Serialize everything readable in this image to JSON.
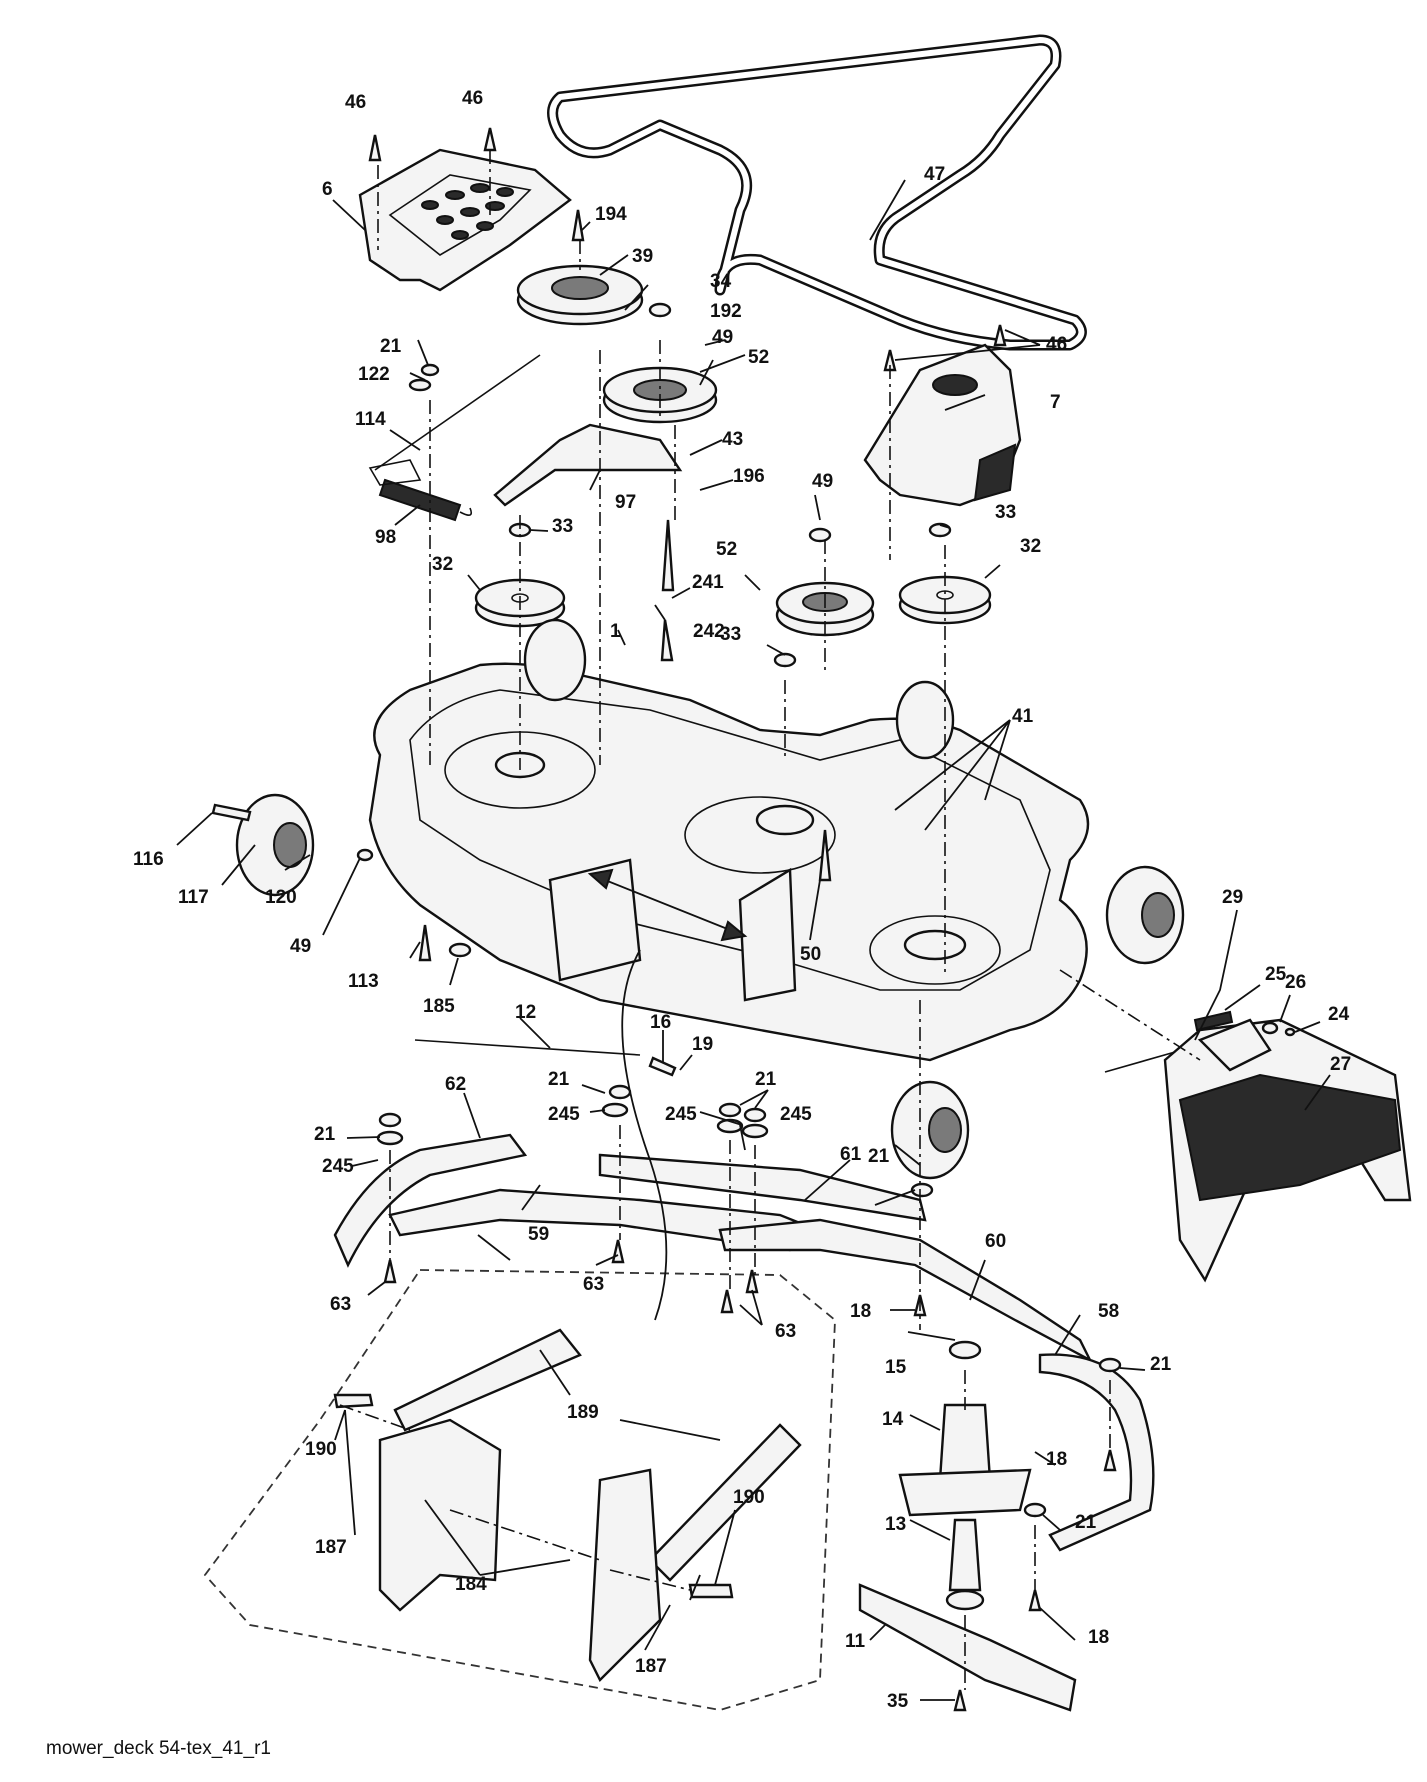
{
  "caption": "mower_deck 54-tex_41_r1",
  "callouts": {
    "c1": "1",
    "c6": "6",
    "c7": "7",
    "c11": "11",
    "c12": "12",
    "c13": "13",
    "c14": "14",
    "c15": "15",
    "c16": "16",
    "c18": "18",
    "c19": "19",
    "c21": "21",
    "c24": "24",
    "c25": "25",
    "c26": "26",
    "c27": "27",
    "c29": "29",
    "c32": "32",
    "c33": "33",
    "c34": "34",
    "c35": "35",
    "c39": "39",
    "c41": "41",
    "c43": "43",
    "c46": "46",
    "c47": "47",
    "c49": "49",
    "c50": "50",
    "c52": "52",
    "c58": "58",
    "c59": "59",
    "c60": "60",
    "c61": "61",
    "c62": "62",
    "c63": "63",
    "c97": "97",
    "c98": "98",
    "c113": "113",
    "c114": "114",
    "c116": "116",
    "c117": "117",
    "c120": "120",
    "c122": "122",
    "c184": "184",
    "c185": "185",
    "c187": "187",
    "c189": "189",
    "c190": "190",
    "c192": "192",
    "c194": "194",
    "c196": "196",
    "c241": "241",
    "c242": "242",
    "c245": "245"
  }
}
